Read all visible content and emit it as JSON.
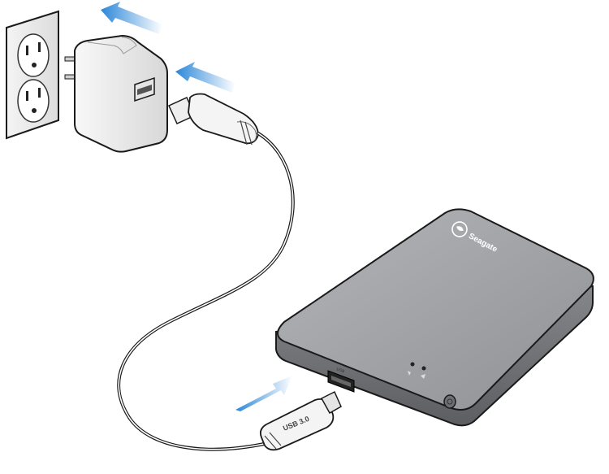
{
  "illustration": {
    "drive_brand": "Seagate",
    "drive_port_label": "USB",
    "plug_marking": "USB 3.0"
  },
  "colors": {
    "arrow_blue": "#2b87d8",
    "drive_body": "#8a8c90",
    "drive_top": "#a3a5a9",
    "adapter_white": "#f1f1f1",
    "outline": "#1a1a1a"
  }
}
